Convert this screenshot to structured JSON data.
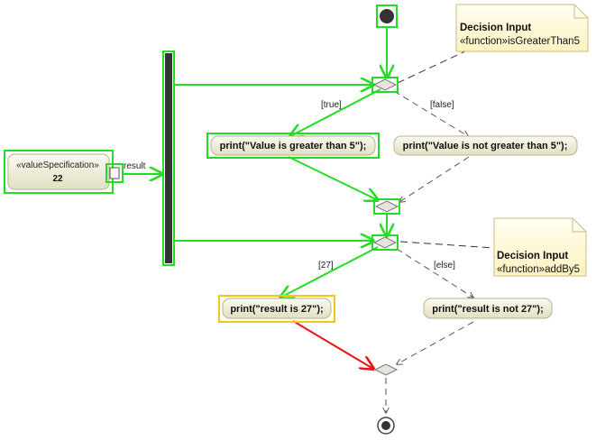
{
  "diagram": {
    "value_spec": {
      "stereotype": "«valueSpecification»",
      "value": "22",
      "pin_label": "result"
    },
    "actions": {
      "greater": "print(\"Value is greater than 5\");",
      "not_greater": "print(\"Value is not greater than 5\");",
      "is27": "print(\"result is 27\");",
      "not27": "print(\"result is not 27\");"
    },
    "guards": {
      "true": "[true]",
      "false": "[false]",
      "eq27": "[27]",
      "else": "[else]"
    },
    "notes": [
      {
        "title": "Decision Input",
        "body": "«function»isGreaterThan5"
      },
      {
        "title": "Decision Input",
        "body": "«function»addBy5"
      }
    ],
    "colors": {
      "highlight_green": "#22ee22",
      "highlight_yellow": "#f5c518",
      "highlight_red": "#ee1111",
      "action_fill": "#ecead2",
      "note_fill": "#fffbd6",
      "fork_bar": "#333333"
    }
  }
}
